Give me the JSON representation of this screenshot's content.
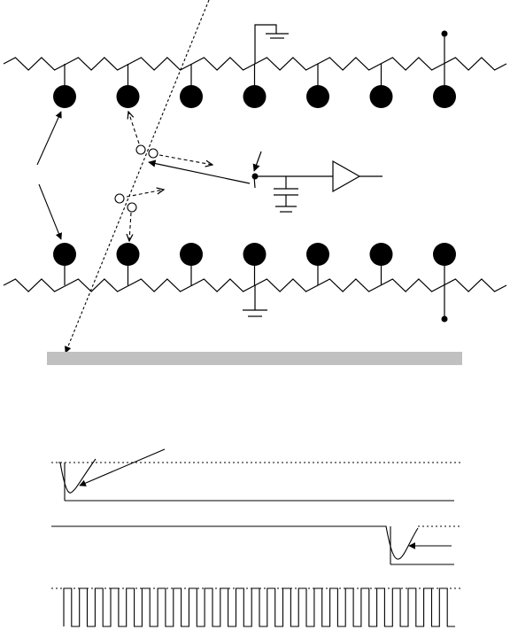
{
  "diagram": {
    "upper_strip": {
      "electrodes": 7,
      "resistor_segments": 8
    },
    "lower_strip": {
      "electrodes": 7,
      "resistor_segments": 8
    },
    "amplifier": {
      "symbol": "buffer-triangle"
    },
    "sensor_band": {
      "fill": "#c0c0c0"
    },
    "waveforms": [
      {
        "kind": "early-negative-pulse",
        "baseline": "dotted"
      },
      {
        "kind": "late-negative-pulse",
        "baseline": "solid"
      },
      {
        "kind": "square-clock",
        "cycles": 25
      }
    ],
    "colors": {
      "stroke": "#000000",
      "band": "#c0c0c0",
      "background": "#ffffff"
    }
  }
}
